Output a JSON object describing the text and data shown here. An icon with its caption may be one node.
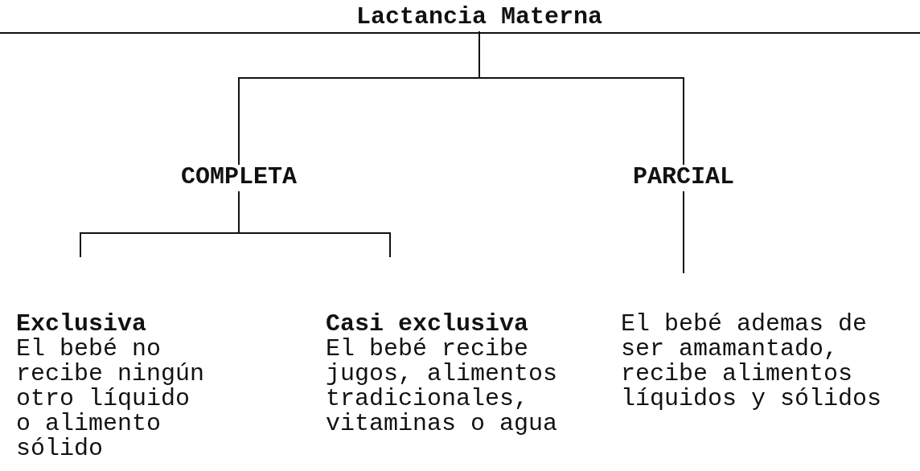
{
  "diagram": {
    "nodes": [
      {
        "text": [
          "Lactancia Materna"
        ]
      },
      {
        "text": [
          "COMPLETA"
        ]
      },
      {
        "text": [
          "PARCIAL"
        ]
      },
      {
        "text": [
          "Exclusiva",
          "El bebé no recibe ningún otro líquido o alimento sólido"
        ]
      },
      {
        "text": [
          "Casi exclusiva",
          "El bebé recibe jugos, alimentos tradicionales, vitaminas o agua"
        ]
      },
      {
        "text": [
          "El bebé ademas de ser amamantado, recibe alimentos líquidos y sólidos"
        ]
      }
    ],
    "edges": [
      {
        "from": 0,
        "to": 1,
        "arrow": "none"
      },
      {
        "from": 0,
        "to": 2,
        "arrow": "none"
      },
      {
        "from": 1,
        "to": 3,
        "arrow": "none"
      },
      {
        "from": 1,
        "to": 4,
        "arrow": "none"
      },
      {
        "from": 2,
        "to": 5,
        "arrow": "none"
      }
    ]
  }
}
